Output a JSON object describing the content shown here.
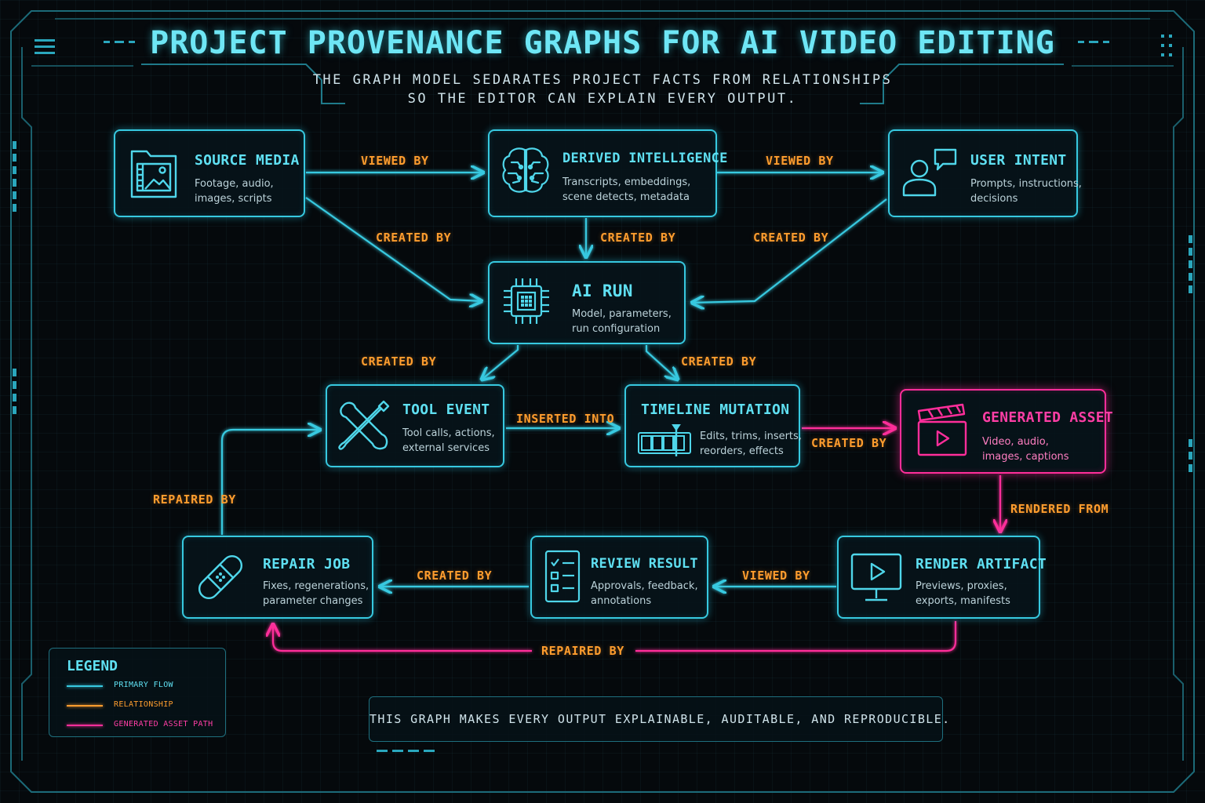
{
  "title": "PROJECT PROVENANCE GRAPHS FOR AI VIDEO EDITING",
  "subtitle": [
    "THE GRAPH MODEL SEDARATES PROJECT FACTS FROM RELATIONSHIPS",
    "SO THE EDITOR CAN EXPLAIN EVERY OUTPUT."
  ],
  "colors": {
    "primary_flow": "#37c9e0",
    "relationship": "#ff9d2e",
    "generated_asset_path": "#ff2e9a",
    "background": "#05090c"
  },
  "nodes": {
    "source_media": {
      "title": "SOURCE MEDIA",
      "desc": "Footage, audio,\nimages, scripts",
      "icon": "folder-media-icon"
    },
    "derived_intelligence": {
      "title": "DERIVED INTELLIGENCE",
      "desc": "Transcripts, embeddings,\nscene detects, metadata",
      "icon": "brain-icon"
    },
    "user_intent": {
      "title": "USER INTENT",
      "desc": "Prompts, instructions,\ndecisions",
      "icon": "user-chat-icon"
    },
    "ai_run": {
      "title": "AI RUN",
      "desc": "Model, parameters,\nrun configuration",
      "icon": "chip-icon"
    },
    "tool_event": {
      "title": "TOOL EVENT",
      "desc": "Tool calls, actions,\nexternal services",
      "icon": "tools-icon"
    },
    "timeline_mutation": {
      "title": "TIMELINE MUTATION",
      "desc": "Edits, trims, inserts,\nreorders, effects",
      "icon": "timeline-icon"
    },
    "generated_asset": {
      "title": "GENERATED ASSET",
      "desc": "Video, audio,\nimages, captions",
      "icon": "clapperboard-icon"
    },
    "render_artifact": {
      "title": "RENDER ARTIFACT",
      "desc": "Previews, proxies,\nexports, manifests",
      "icon": "monitor-play-icon"
    },
    "review_result": {
      "title": "REVIEW RESULT",
      "desc": "Approvals, feedback,\nannotations",
      "icon": "checklist-icon"
    },
    "repair_job": {
      "title": "REPAIR JOB",
      "desc": "Fixes, regenerations,\nparameter changes",
      "icon": "bandage-icon"
    }
  },
  "edges": {
    "source_to_derived": "VIEWED BY",
    "derived_to_intent": "VIEWED BY",
    "source_to_airun": "CREATED BY",
    "derived_to_airun": "CREATED BY",
    "intent_to_airun": "CREATED BY",
    "airun_to_children": "CREATED BY",
    "airun_to_timeline": "CREATED BY",
    "tool_to_timeline": "INSERTED INTO",
    "timeline_to_asset": "CREATED BY",
    "asset_to_render": "RENDERED FROM",
    "render_to_review": "VIEWED BY",
    "review_to_repair": "CREATED BY",
    "repair_to_tool": "REPAIRED BY",
    "render_to_repair": "REPAIRED BY"
  },
  "legend": {
    "title": "LEGEND",
    "items": [
      {
        "label": "PRIMARY FLOW",
        "color": "#37c9e0"
      },
      {
        "label": "RELATIONSHIP",
        "color": "#ff9d2e"
      },
      {
        "label": "GENERATED ASSET PATH",
        "color": "#ff2e9a"
      }
    ]
  },
  "footer": "THIS GRAPH MAKES EVERY OUTPUT EXPLAINABLE, AUDITABLE, AND REPRODUCIBLE."
}
